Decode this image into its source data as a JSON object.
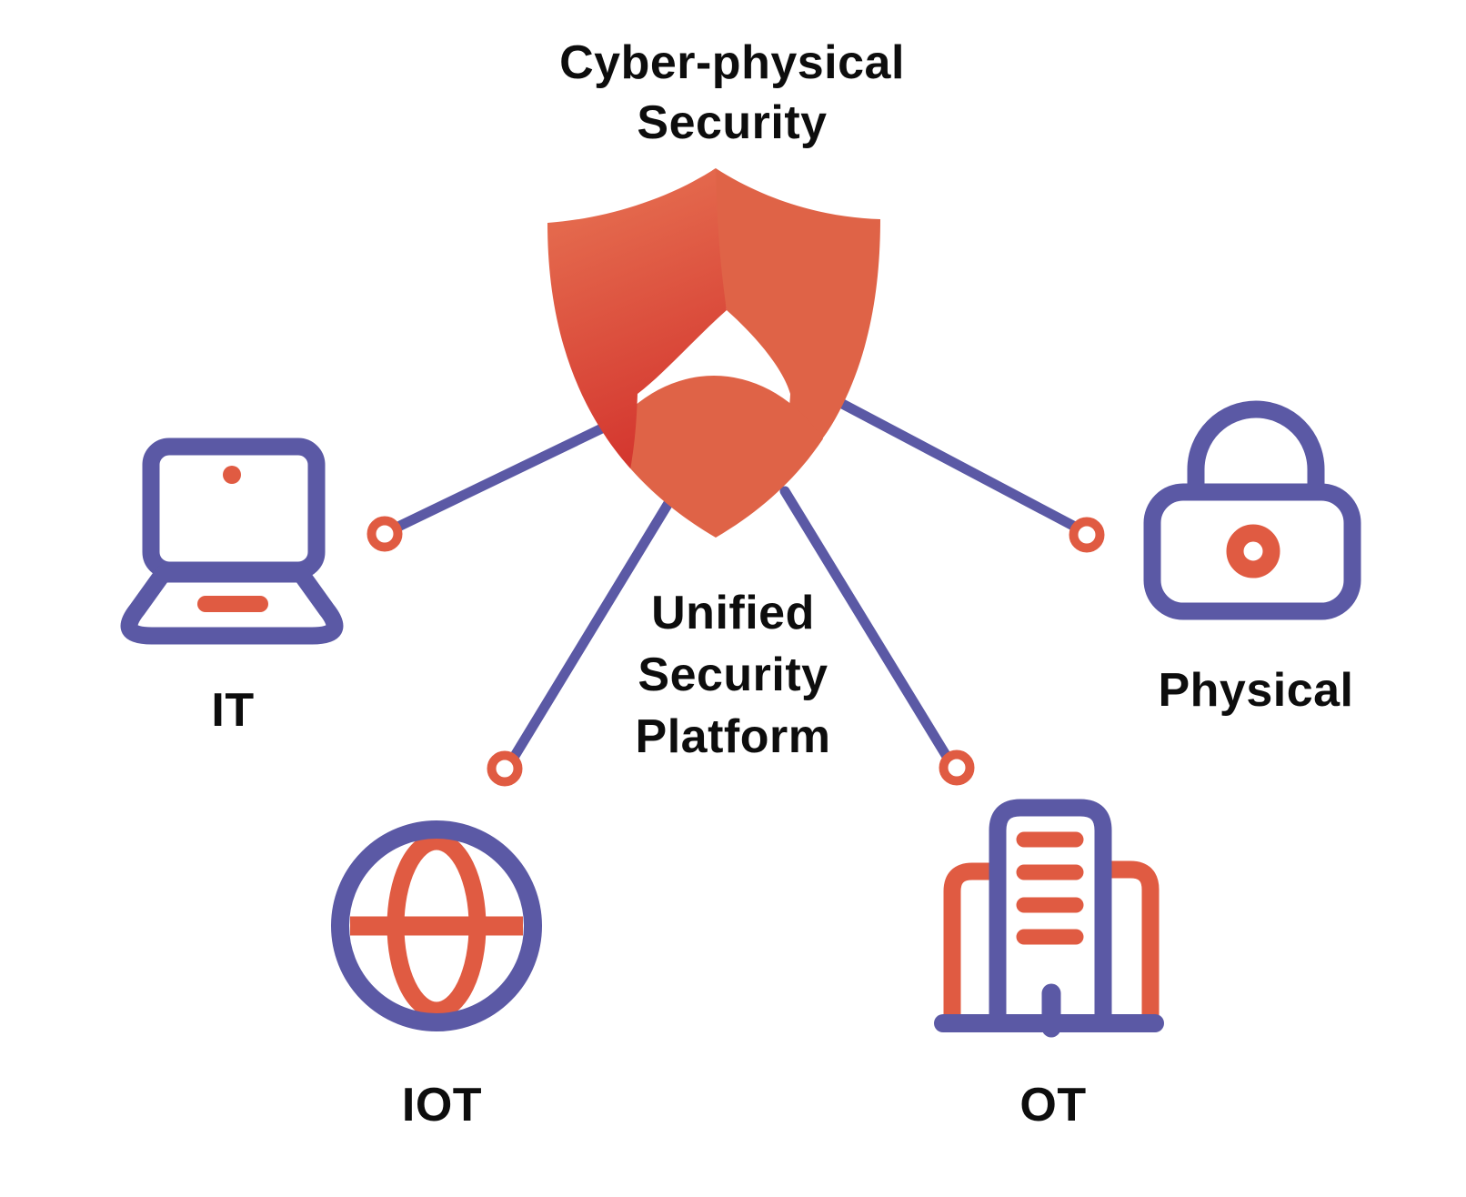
{
  "title": {
    "line1": "Cyber-physical",
    "line2": "Security"
  },
  "platform": {
    "line1": "Unified",
    "line2": "Security",
    "line3": "Platform"
  },
  "nodes": {
    "it": {
      "label": "IT"
    },
    "physical": {
      "label": "Physical"
    },
    "iot": {
      "label": "IOT"
    },
    "ot": {
      "label": "OT"
    }
  },
  "colors": {
    "purple": "#5B59A5",
    "orange": "#E05B42",
    "shield": "#DF6347",
    "shield_grad_top": "#E4694D",
    "shield_grad_bottom": "#D4372F",
    "text": "#0D0D0D",
    "background": "#FFFFFF"
  }
}
